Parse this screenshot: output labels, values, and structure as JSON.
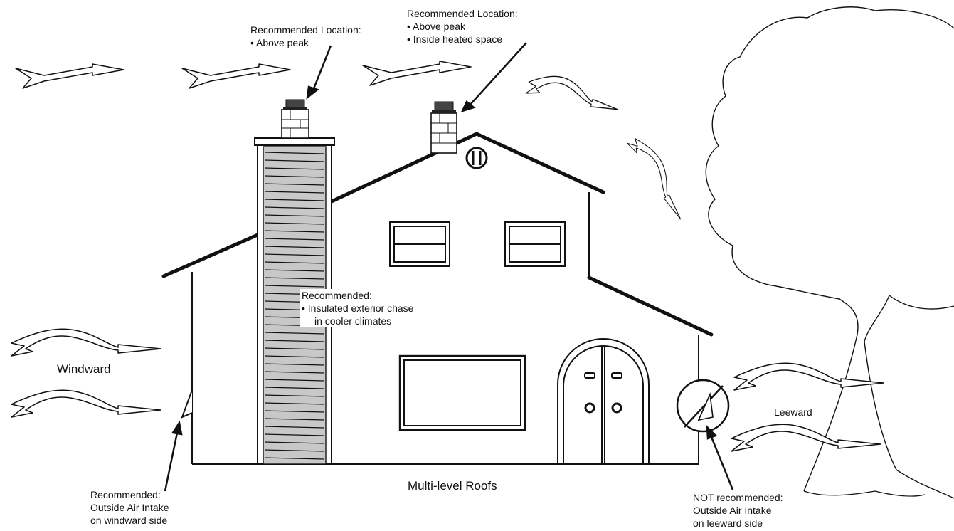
{
  "callouts": {
    "chimney_left": {
      "heading": "Recommended Location:",
      "bullets": [
        "Above peak"
      ]
    },
    "chimney_right": {
      "heading": "Recommended Location:",
      "bullets": [
        "Above peak",
        "Inside heated space"
      ]
    },
    "chase": {
      "heading": "Recommended:",
      "line1": "Insulated exterior chase",
      "line2": "in cooler climates"
    },
    "intake_good": {
      "line1": "Recommended:",
      "line2": "Outside Air Intake",
      "line3": "on windward side"
    },
    "intake_bad": {
      "line1": "NOT recommended:",
      "line2": "Outside Air Intake",
      "line3": "on leeward side"
    }
  },
  "labels": {
    "windward": "Windward",
    "leeward": "Leeward",
    "caption": "Multi-level Roofs"
  },
  "icons": [
    "wind-arrow-icon",
    "chimney-icon",
    "tree-icon",
    "prohibited-icon",
    "door-icon"
  ]
}
